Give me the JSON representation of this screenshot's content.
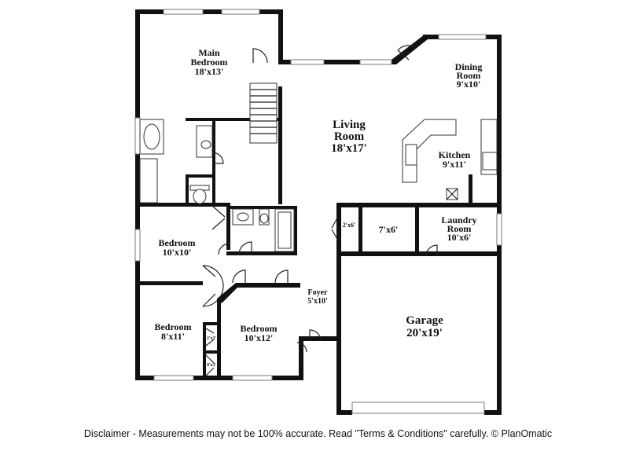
{
  "rooms": {
    "main_bedroom": {
      "name": "Main Bedroom",
      "line1": "Main",
      "line2": "Bedroom",
      "size": "18'x13'"
    },
    "living_room": {
      "name": "Living Room",
      "line1": "Living",
      "line2": "Room",
      "size": "18'x17'"
    },
    "dining_room": {
      "name": "Dining Room",
      "line1": "Dining",
      "line2": "Room",
      "size": "9'x10'"
    },
    "kitchen": {
      "name": "Kitchen",
      "size": "9'x11'"
    },
    "bedroom_mid": {
      "name": "Bedroom",
      "size": "10'x10'"
    },
    "closet_2x6": {
      "size": "2'x6'"
    },
    "room_7x6": {
      "size": "7'x6'"
    },
    "laundry_room": {
      "name": "Laundry Room",
      "line1": "Laundry",
      "line2": "Room",
      "size": "10'x6'"
    },
    "foyer": {
      "name": "Foyer",
      "size": "5'x10'"
    },
    "garage": {
      "name": "Garage",
      "size": "20'x19'"
    },
    "bedroom_left": {
      "name": "Bedroom",
      "size": "8'x11'"
    },
    "bedroom_right": {
      "name": "Bedroom",
      "size": "10'x12'"
    },
    "closet_2x3": {
      "size": "2'x3'"
    },
    "closet_4x3": {
      "size": "4'x3'"
    }
  },
  "disclaimer": "Disclaimer - Measurements may not be 100% accurate. Read \"Terms & Conditions\" carefully. © PlanOmatic",
  "colors": {
    "walls": "#111111",
    "background": "#ffffff",
    "windows": "#777777"
  }
}
